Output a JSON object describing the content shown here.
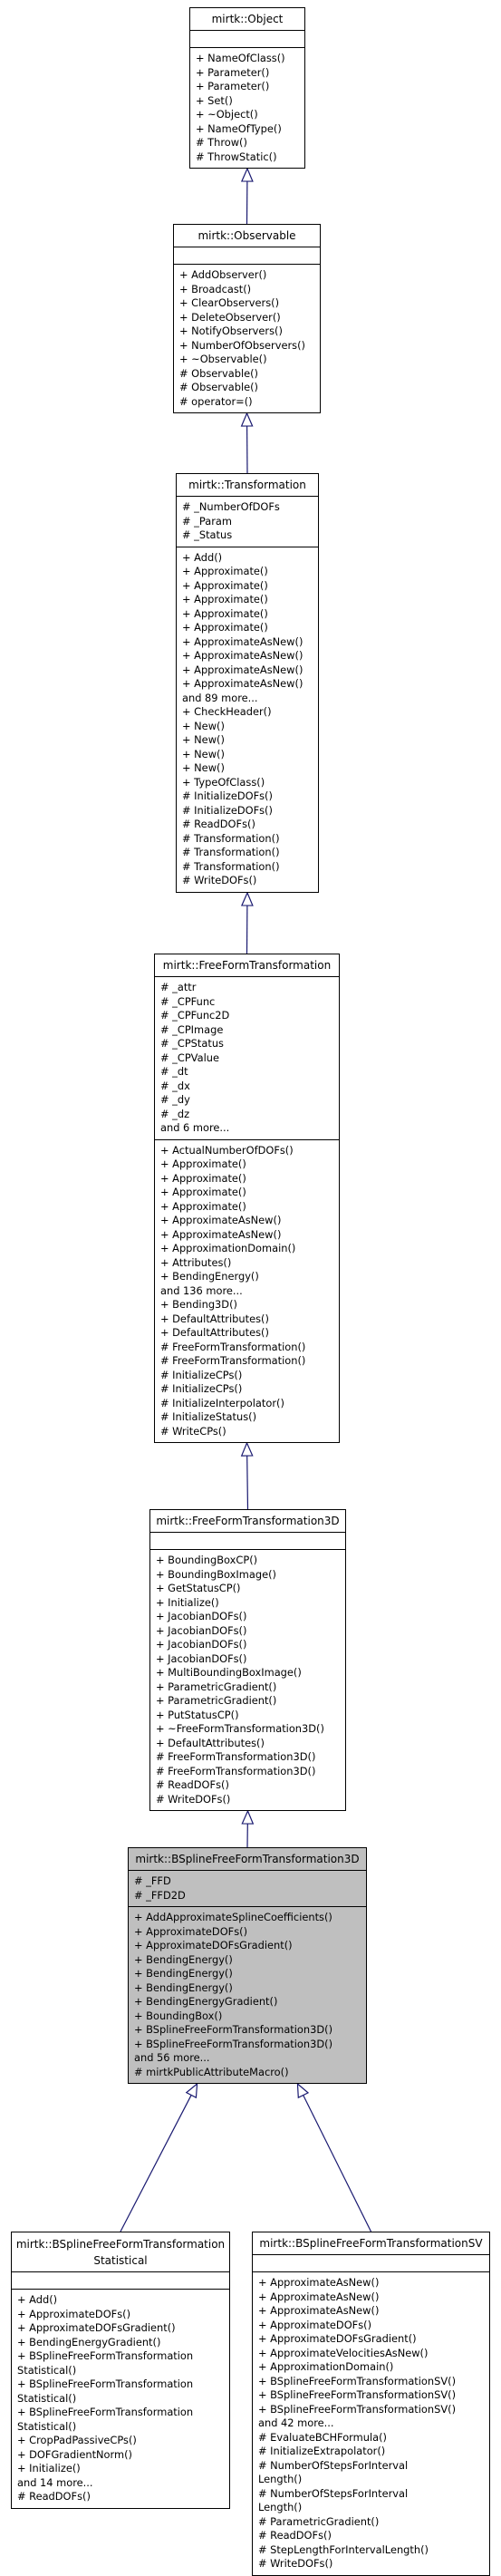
{
  "classes": [
    {
      "key": "object",
      "title": "mirtk::Object",
      "highlight": false,
      "attributes": [],
      "methods": [
        "+ NameOfClass()",
        "+ Parameter()",
        "+ Parameter()",
        "+ Set()",
        "+ ~Object()",
        "+ NameOfType()",
        "# Throw()",
        "# ThrowStatic()"
      ]
    },
    {
      "key": "observable",
      "title": "mirtk::Observable",
      "highlight": false,
      "attributes": [],
      "methods": [
        "+ AddObserver()",
        "+ Broadcast()",
        "+ ClearObservers()",
        "+ DeleteObserver()",
        "+ NotifyObservers()",
        "+ NumberOfObservers()",
        "+ ~Observable()",
        "# Observable()",
        "# Observable()",
        "# operator=()"
      ]
    },
    {
      "key": "transformation",
      "title": "mirtk::Transformation",
      "highlight": false,
      "attributes": [
        "# _NumberOfDOFs",
        "# _Param",
        "# _Status"
      ],
      "methods": [
        "+ Add()",
        "+ Approximate()",
        "+ Approximate()",
        "+ Approximate()",
        "+ Approximate()",
        "+ Approximate()",
        "+ ApproximateAsNew()",
        "+ ApproximateAsNew()",
        "+ ApproximateAsNew()",
        "+ ApproximateAsNew()",
        "and 89 more...",
        "+ CheckHeader()",
        "+ New()",
        "+ New()",
        "+ New()",
        "+ New()",
        "+ TypeOfClass()",
        "# InitializeDOFs()",
        "# InitializeDOFs()",
        "# ReadDOFs()",
        "# Transformation()",
        "# Transformation()",
        "# Transformation()",
        "# WriteDOFs()"
      ]
    },
    {
      "key": "ffd",
      "title": "mirtk::FreeFormTransformation",
      "highlight": false,
      "attributes": [
        "# _attr",
        "# _CPFunc",
        "# _CPFunc2D",
        "# _CPImage",
        "# _CPStatus",
        "# _CPValue",
        "# _dt",
        "# _dx",
        "# _dy",
        "# _dz",
        "and 6 more..."
      ],
      "methods": [
        "+ ActualNumberOfDOFs()",
        "+ Approximate()",
        "+ Approximate()",
        "+ Approximate()",
        "+ Approximate()",
        "+ ApproximateAsNew()",
        "+ ApproximateAsNew()",
        "+ ApproximationDomain()",
        "+ Attributes()",
        "+ BendingEnergy()",
        "and 136 more...",
        "+ Bending3D()",
        "+ DefaultAttributes()",
        "+ DefaultAttributes()",
        "# FreeFormTransformation()",
        "# FreeFormTransformation()",
        "# InitializeCPs()",
        "# InitializeCPs()",
        "# InitializeInterpolator()",
        "# InitializeStatus()",
        "# WriteCPs()"
      ]
    },
    {
      "key": "ffd3d",
      "title": "mirtk::FreeFormTransformation3D",
      "highlight": false,
      "attributes": [],
      "methods": [
        "+ BoundingBoxCP()",
        "+ BoundingBoxImage()",
        "+ GetStatusCP()",
        "+ Initialize()",
        "+ JacobianDOFs()",
        "+ JacobianDOFs()",
        "+ JacobianDOFs()",
        "+ JacobianDOFs()",
        "+ MultiBoundingBoxImage()",
        "+ ParametricGradient()",
        "+ ParametricGradient()",
        "+ PutStatusCP()",
        "+ ~FreeFormTransformation3D()",
        "+ DefaultAttributes()",
        "# FreeFormTransformation3D()",
        "# FreeFormTransformation3D()",
        "# ReadDOFs()",
        "# WriteDOFs()"
      ]
    },
    {
      "key": "bspline",
      "title": "mirtk::BSplineFreeFormTransformation3D",
      "highlight": true,
      "attributes": [
        "# _FFD",
        "# _FFD2D"
      ],
      "methods": [
        "+ AddApproximateSplineCoefficients()",
        "+ ApproximateDOFs()",
        "+ ApproximateDOFsGradient()",
        "+ BendingEnergy()",
        "+ BendingEnergy()",
        "+ BendingEnergy()",
        "+ BendingEnergyGradient()",
        "+ BoundingBox()",
        "+ BSplineFreeFormTransformation3D()",
        "+ BSplineFreeFormTransformation3D()",
        "and 56 more...",
        "# mirtkPublicAttributeMacro()"
      ]
    },
    {
      "key": "statistical",
      "title": "mirtk::BSplineFreeFormTransformation\nStatistical",
      "highlight": false,
      "attributes": [],
      "methods": [
        "+ Add()",
        "+ ApproximateDOFs()",
        "+ ApproximateDOFsGradient()",
        "+ BendingEnergyGradient()",
        "+ BSplineFreeFormTransformation",
        "Statistical()",
        "+ BSplineFreeFormTransformation",
        "Statistical()",
        "+ BSplineFreeFormTransformation",
        "Statistical()",
        "+ CropPadPassiveCPs()",
        "+ DOFGradientNorm()",
        "+ Initialize()",
        "and 14 more...",
        "# ReadDOFs()"
      ]
    },
    {
      "key": "sv",
      "title": "mirtk::BSplineFreeFormTransformationSV",
      "highlight": false,
      "attributes": [],
      "methods": [
        "+ ApproximateAsNew()",
        "+ ApproximateAsNew()",
        "+ ApproximateAsNew()",
        "+ ApproximateDOFs()",
        "+ ApproximateDOFsGradient()",
        "+ ApproximateVelocitiesAsNew()",
        "+ ApproximationDomain()",
        "+ BSplineFreeFormTransformationSV()",
        "+ BSplineFreeFormTransformationSV()",
        "+ BSplineFreeFormTransformationSV()",
        "and 42 more...",
        "# EvaluateBCHFormula()",
        "# InitializeExtrapolator()",
        "# NumberOfStepsForInterval",
        "Length()",
        "# NumberOfStepsForInterval",
        "Length()",
        "# ParametricGradient()",
        "# ReadDOFs()",
        "# StepLengthForIntervalLength()",
        "# WriteDOFs()"
      ]
    }
  ],
  "edge_color": "#191970"
}
